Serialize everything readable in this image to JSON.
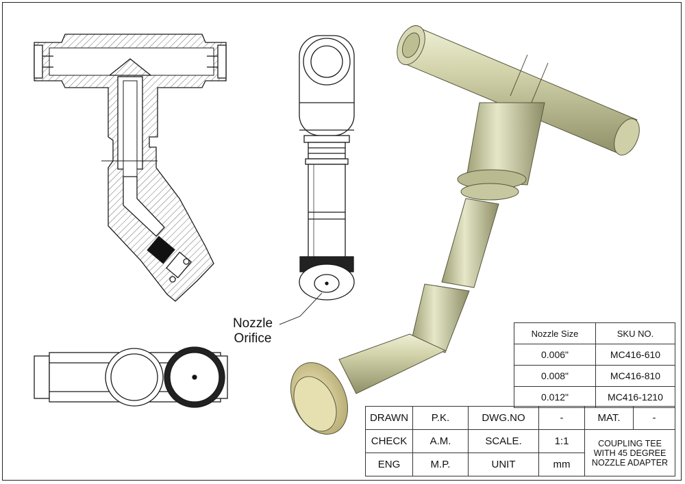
{
  "callout": {
    "line1": "Nozzle",
    "line2": "Orifice"
  },
  "sku_table": {
    "headers": [
      "Nozzle Size",
      "SKU NO."
    ],
    "rows": [
      [
        "0.006\"",
        "MC416-610"
      ],
      [
        "0.008\"",
        "MC416-810"
      ],
      [
        "0.012\"",
        "MC416-1210"
      ]
    ]
  },
  "title_block": {
    "rows": [
      [
        "DRAWN",
        "P.K.",
        "DWG.NO",
        "-",
        "MAT.",
        "-"
      ],
      [
        "CHECK",
        "A.M.",
        "SCALE.",
        "1:1"
      ],
      [
        "ENG",
        "M.P.",
        "UNIT",
        "mm"
      ]
    ],
    "title_lines": [
      "COUPLING TEE",
      "WITH 45 DEGREE",
      "NOZZLE ADAPTER"
    ]
  },
  "colors": {
    "part_fill": "#c9ca9e",
    "part_shadow": "#8f9068",
    "knurl": "#d9cf9a",
    "line": "#1a1a1a"
  }
}
